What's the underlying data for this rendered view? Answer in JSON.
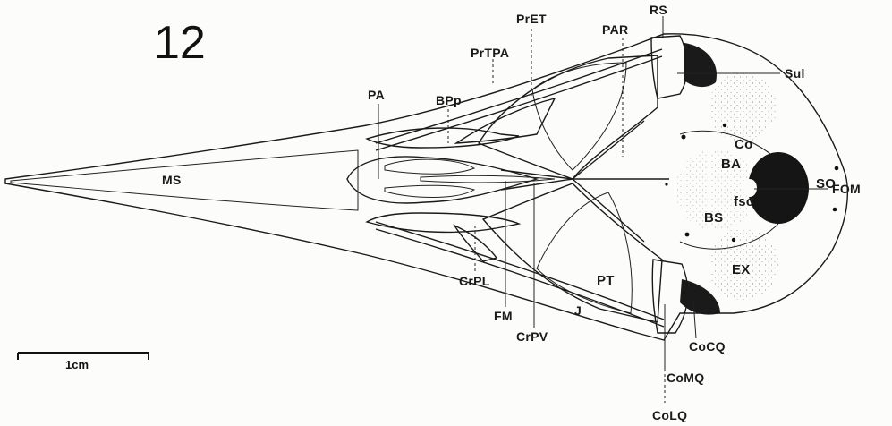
{
  "figure": {
    "number": "12",
    "scale_bar_label": "1cm"
  },
  "labels": {
    "MS": "MS",
    "PA": "PA",
    "BPp": "BPp",
    "PrTPA": "PrTPA",
    "PrET": "PrET",
    "PAR": "PAR",
    "RS": "RS",
    "Sul": "Sul",
    "Co": "Co",
    "BA": "BA",
    "SO": "SO",
    "FOM": "FOM",
    "fsc": "fsc",
    "BS": "BS",
    "EX": "EX",
    "PT": "PT",
    "CrPL": "CrPL",
    "FM": "FM",
    "CrPV": "CrPV",
    "J": "J",
    "CoCQ": "CoCQ",
    "CoMQ": "CoMQ",
    "CoLQ": "CoLQ"
  },
  "colors": {
    "ink": "#1a1a1a",
    "paper": "#fcfcfa",
    "stipple": "#444444"
  }
}
